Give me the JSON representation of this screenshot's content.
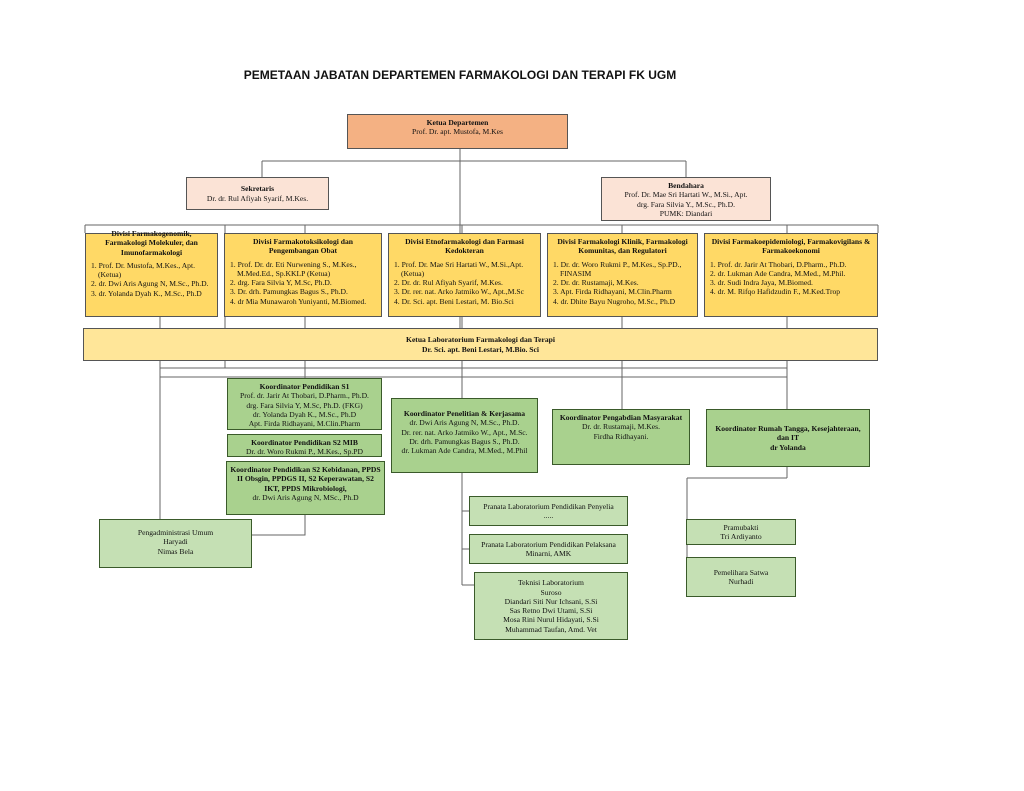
{
  "title": "PEMETAAN JABATAN DEPARTEMEN FARMAKOLOGI DAN TERAPI FK UGM",
  "ketua": {
    "heading": "Ketua Departemen",
    "lines": [
      "Prof. Dr. apt. Mustofa, M.Kes"
    ]
  },
  "sekretaris": {
    "heading": "Sekretaris",
    "lines": [
      "Dr. dr. Rul Afiyah Syarif, M.Kes."
    ]
  },
  "bendahara": {
    "heading": "Bendahara",
    "lines": [
      "Prof. Dr. Mae Sri Hartati W., M.Si., Apt.",
      "drg. Fara Silvia Y., M.Sc., Ph.D.",
      "PUMK: Diandari"
    ]
  },
  "divisions": [
    {
      "heading": "Divisi Farmakogenomik, Farmakologi Molekuler, dan Imunofarmakologi",
      "lines": [
        "1. Prof. Dr. Mustofa, M.Kes., Apt. (Ketua)",
        "2. dr. Dwi Aris Agung N, M.Sc., Ph.D.",
        "3. dr. Yolanda Dyah K., M.Sc., Ph.D"
      ]
    },
    {
      "heading": "Divisi Farmakotoksikologi dan Pengembangan Obat",
      "lines": [
        "1. Prof. Dr. dr. Eti Nurwening S., M.Kes., M.Med.Ed., Sp.KKLP (Ketua)",
        "2. drg. Fara Silvia Y, M.Sc, Ph.D.",
        "3. Dr. drh. Pamungkas Bagus S., Ph.D.",
        "4. dr Mia Munawaroh Yuniyanti, M.Biomed."
      ]
    },
    {
      "heading": "Divisi Etnofarmakologi dan Farmasi Kedokteran",
      "lines": [
        "1. Prof. Dr. Mae Sri Hartati W., M.Si.,Apt. (Ketua)",
        "2. Dr. dr. Rul Afiyah Syarif, M.Kes.",
        "3. Dr. rer. nat. Arko Jatmiko W., Apt.,M.Sc",
        "4. Dr. Sci. apt. Beni Lestari, M. Bio.Sci"
      ]
    },
    {
      "heading": "Divisi Farmakologi Klinik, Farmakologi Komunitas, dan Regulatori",
      "lines": [
        "1. Dr. dr. Woro Rukmi P., M.Kes., Sp.PD., FINASIM",
        "2. Dr. dr. Rustamaji, M.Kes.",
        "3. Apt. Firda Ridhayani, M.Clin.Pharm",
        "4. dr. Dhite Bayu Nugroho, M.Sc., Ph.D"
      ]
    },
    {
      "heading": "Divisi Farmakoepidemiologi, Farmakovigilans & Farmakoekonomi",
      "lines": [
        "1. Prof. dr. Jarir At Thobari, D.Pharm., Ph.D.",
        "2. dr. Lukman Ade Candra, M.Med., M.Phil.",
        "3. dr. Sudi Indra Jaya, M.Biomed.",
        "4. dr. M. Rifqo Hafidzudin F., M.Ked.Trop"
      ]
    }
  ],
  "lab": {
    "heading": "Ketua Laboratorium Farmakologi dan Terapi",
    "lines": [
      "Dr. Sci. apt. Beni Lestari, M.Bio. Sci"
    ]
  },
  "koord_s1": {
    "heading": "Koordinator Pendidikan S1",
    "lines": [
      "Prof. dr. Jarir At Thobari, D.Pharm., Ph.D.",
      "drg. Fara Silvia Y, M.Sc, Ph.D. (FKG)",
      "dr. Yolanda Dyah K., M.Sc., Ph.D",
      "Apt. Firda Ridhayani, M.Clin.Pharm"
    ]
  },
  "koord_s2mib": {
    "heading": "Koordinator Pendidikan S2 MIB",
    "lines": [
      "Dr. dr. Woro Rukmi P., M.Kes., Sp.PD"
    ]
  },
  "koord_s2keb": {
    "heading": "Koordinator Pendidikan S2 Kebidanan, PPDS II Obsgin, PPDGS II, S2 Keperawatan, S2 IKT, PPDS Mikrobiologi,",
    "lines": [
      "dr. Dwi Aris Agung N, MSc., Ph.D"
    ]
  },
  "koord_penelitian": {
    "heading": "Koordinator Penelitian & Kerjasama",
    "lines": [
      "dr. Dwi Aris Agung N, M.Sc., Ph.D.",
      "Dr. rer. nat. Arko Jatmiko W., Apt., M.Sc.",
      "Dr. drh. Pamungkas Bagus S., Ph.D.",
      "dr. Lukman Ade Candra, M.Med., M.Phil"
    ]
  },
  "koord_pengabdian": {
    "heading": "Koordinator Pengabdian Masyarakat",
    "lines": [
      "Dr. dr. Rustamaji, M.Kes.",
      "Firdha Ridhayani."
    ]
  },
  "koord_rt": {
    "heading": "Koordinator Rumah Tangga, Kesejahteraan, dan IT",
    "lines": [
      "dr Yolanda"
    ]
  },
  "pengadministrasi": {
    "lines": [
      "Pengadministrasi Umum",
      "Haryadi",
      "Nimas Bela"
    ]
  },
  "pranata_penyelia": {
    "lines": [
      "Pranata Laboratorium Pendidikan Penyelia",
      "....."
    ]
  },
  "pranata_pelaksana": {
    "lines": [
      "Pranata Laboratorium Pendidikan Pelaksana",
      "Minarni, AMK"
    ]
  },
  "teknisi": {
    "lines": [
      "Teknisi Laboratorium",
      "Suroso",
      "Diandari Siti Nur Ichsani, S.Si",
      "Sas Retno Dwi Utami, S.Si",
      "Mosa Rini Nurul Hidayati, S.Si",
      "Muhammad Taufan, Amd. Vet"
    ]
  },
  "pramubakti": {
    "lines": [
      "Pramubakti",
      "Tri Ardiyanto"
    ]
  },
  "pemelihara": {
    "lines": [
      "Pemelihara Satwa",
      "Nurhadi"
    ]
  }
}
